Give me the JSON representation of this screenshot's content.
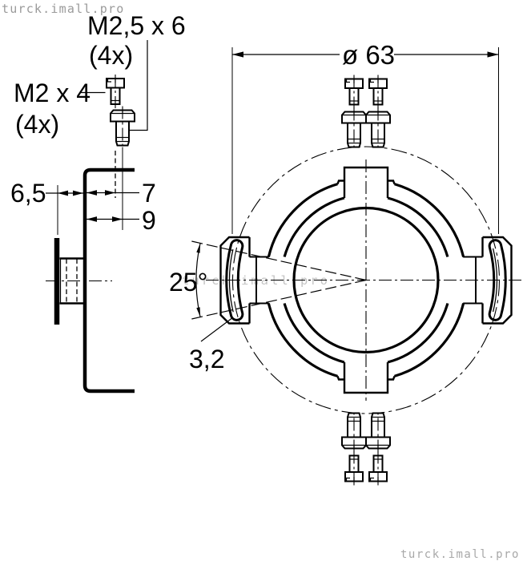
{
  "watermarks": {
    "top_left": "turck.imall.pro",
    "center": "turck.imall.pro",
    "bottom_right": "turck.imall.pro"
  },
  "line_color": "#000000",
  "side_view": {
    "label_screw_m25": "M2,5 x 6",
    "label_screw_m25_qty": "(4x)",
    "label_screw_m2": "M2 x 4",
    "label_screw_m2_qty": "(4x)",
    "dim_offset": "6,5",
    "dim_hole_1": "7",
    "dim_hole_2": "9"
  },
  "front_view": {
    "dim_diameter": "ø 63",
    "dim_angle": "25°",
    "dim_slot_width": "3,2"
  }
}
